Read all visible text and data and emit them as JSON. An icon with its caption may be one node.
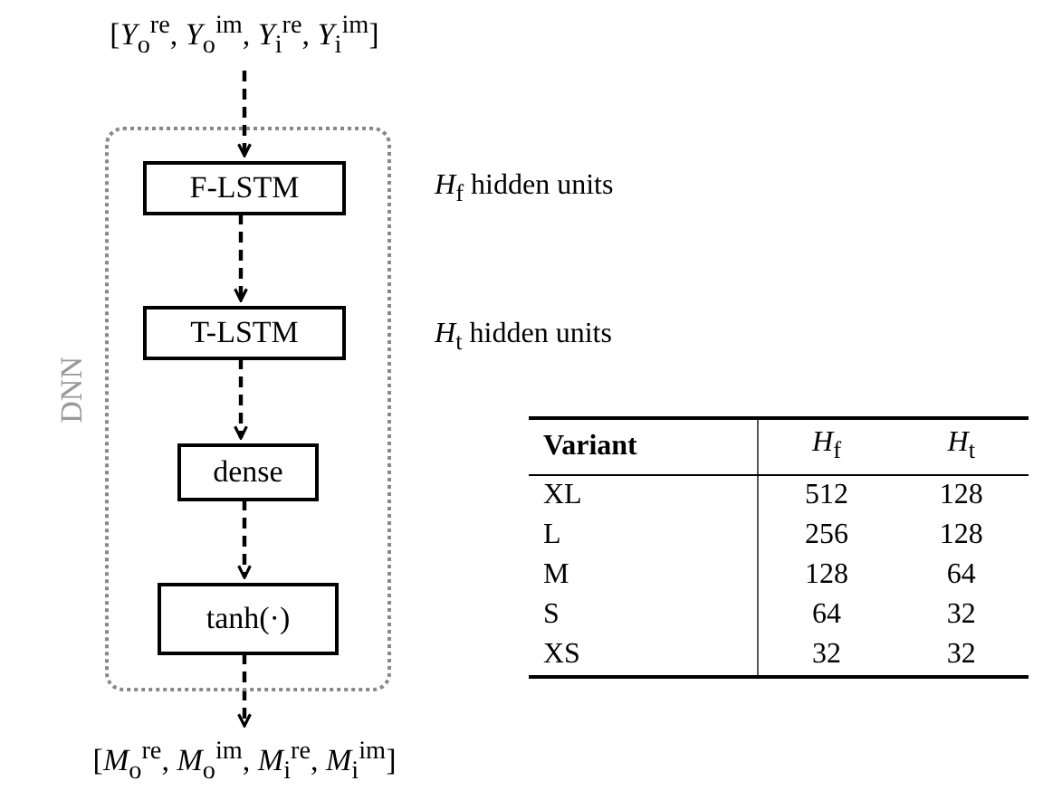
{
  "diagram": {
    "nodes": [
      {
        "text": [
          "[*Y*$_{o}$$^{re}$, *Y*$_{o}$$^{im}$, *Y*$_{i}$$^{re}$, *Y*$_{i}$$^{im}$]"
        ]
      },
      {
        "text": [
          "DNN"
        ]
      },
      {
        "text": [
          "F-LSTM"
        ],
        "in": 1,
        "beside": [
          "*H*$_{f}$ hidden units"
        ]
      },
      {
        "text": [
          "T-LSTM"
        ],
        "in": 1,
        "beside": [
          "*H*$_{t}$ hidden units"
        ]
      },
      {
        "text": [
          "dense"
        ],
        "in": 1
      },
      {
        "text": [
          "tanh(·)"
        ],
        "in": 1
      },
      {
        "text": [
          "[*M*$_{o}$$^{re}$, *M*$_{o}$$^{im}$, *M*$_{i}$$^{re}$, *M*$_{i}$$^{im}$]"
        ]
      }
    ],
    "edges": [
      {
        "from": 0,
        "to": 2,
        "arrow": "to",
        "style": "dashed"
      },
      {
        "from": 2,
        "to": 3,
        "arrow": "to",
        "style": "dashed"
      },
      {
        "from": 3,
        "to": 4,
        "arrow": "to",
        "style": "dashed"
      },
      {
        "from": 4,
        "to": 5,
        "arrow": "to",
        "style": "dashed"
      },
      {
        "from": 5,
        "to": 6,
        "arrow": "to",
        "style": "dashed"
      }
    ],
    "labels": [
      "**Variant**",
      "*H*$_{f}$",
      "*H*$_{t}$",
      "XL",
      "512",
      "128",
      "L",
      "256",
      "128",
      "M",
      "128",
      "64",
      "S",
      "64",
      "32",
      "XS",
      "32",
      "32"
    ]
  }
}
